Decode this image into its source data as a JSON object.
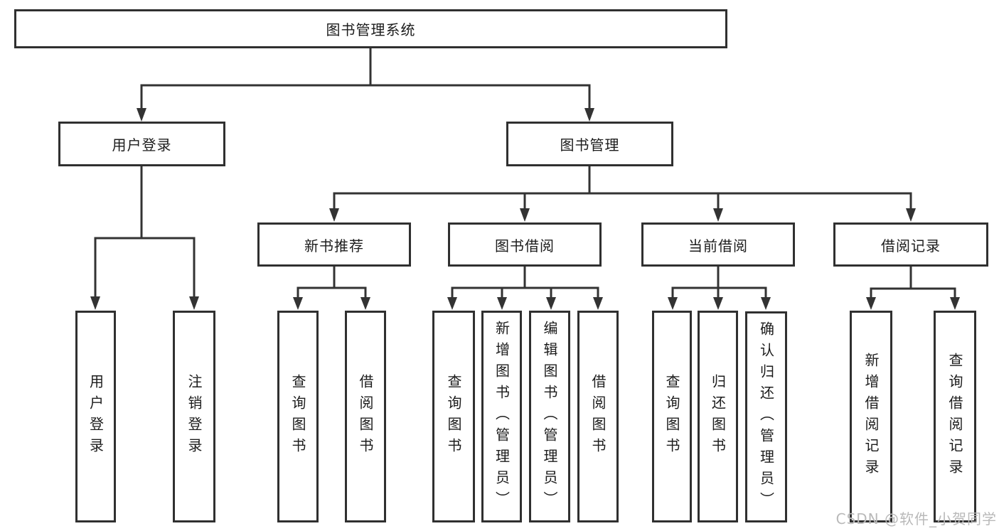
{
  "diagram_type": "functional-structure-tree",
  "nodes": {
    "root": "图书管理系统",
    "user_login": "用户登录",
    "book_management": "图书管理",
    "new_book_recommend": "新书推荐",
    "book_borrow": "图书借阅",
    "current_borrow": "当前借阅",
    "borrow_records": "借阅记录",
    "leaf_user_login": "用户登录",
    "leaf_logout": "注销登录",
    "leaf_recommend_query": "查询图书",
    "leaf_recommend_borrow": "借阅图书",
    "leaf_borrow_query": "查询图书",
    "leaf_borrow_add": "新增图书（管理员）",
    "leaf_borrow_edit": "编辑图书（管理员）",
    "leaf_borrow_borrow": "借阅图书",
    "leaf_current_query": "查询图书",
    "leaf_current_return": "归还图书",
    "leaf_current_confirm": "确认归还（管理员）",
    "leaf_records_add": "新增借阅记录",
    "leaf_records_query": "查询借阅记录"
  },
  "hierarchy": {
    "root": [
      "user_login",
      "book_management"
    ],
    "user_login": [
      "leaf_user_login",
      "leaf_logout"
    ],
    "book_management": [
      "new_book_recommend",
      "book_borrow",
      "current_borrow",
      "borrow_records"
    ],
    "new_book_recommend": [
      "leaf_recommend_query",
      "leaf_recommend_borrow"
    ],
    "book_borrow": [
      "leaf_borrow_query",
      "leaf_borrow_add",
      "leaf_borrow_edit",
      "leaf_borrow_borrow"
    ],
    "current_borrow": [
      "leaf_current_query",
      "leaf_current_return",
      "leaf_current_confirm"
    ],
    "borrow_records": [
      "leaf_records_add",
      "leaf_records_query"
    ]
  },
  "watermark": "CSDN @软件_小贺同学",
  "colors": {
    "line": "#333333",
    "box_border": "#303030",
    "box_background": "#ffffff",
    "text": "#1c1c1c",
    "watermark": "#b9b9b9",
    "page_background": "#ffffff"
  }
}
